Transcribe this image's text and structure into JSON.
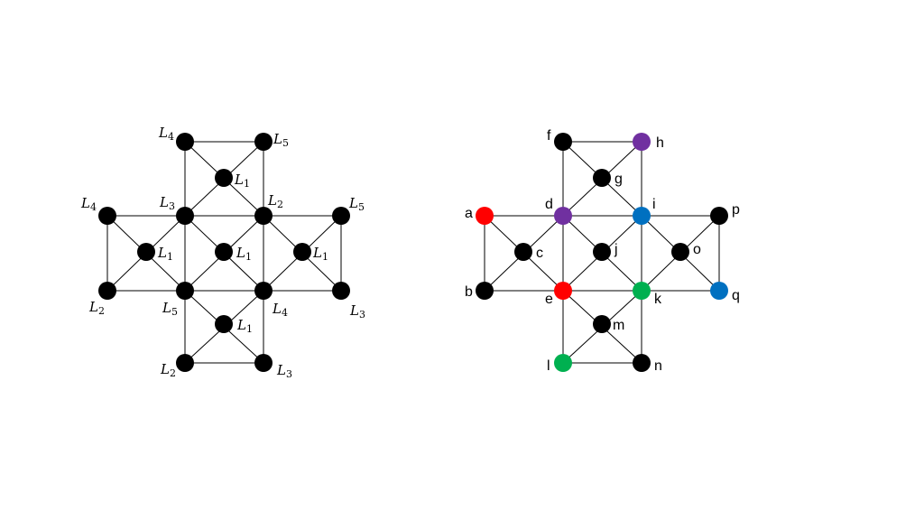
{
  "palette": {
    "black": "#000000",
    "red": "#ff0000",
    "purple": "#7030a0",
    "blue": "#0070c0",
    "green": "#00b050"
  },
  "left_graph": {
    "labels": [
      {
        "base": "L",
        "sub": "4"
      },
      {
        "base": "L",
        "sub": "5"
      },
      {
        "base": "L",
        "sub": "1"
      },
      {
        "base": "L",
        "sub": "4"
      },
      {
        "base": "L",
        "sub": "3"
      },
      {
        "base": "L",
        "sub": "2"
      },
      {
        "base": "L",
        "sub": "5"
      },
      {
        "base": "L",
        "sub": "1"
      },
      {
        "base": "L",
        "sub": "1"
      },
      {
        "base": "L",
        "sub": "1"
      },
      {
        "base": "L",
        "sub": "2"
      },
      {
        "base": "L",
        "sub": "5"
      },
      {
        "base": "L",
        "sub": "4"
      },
      {
        "base": "L",
        "sub": "3"
      },
      {
        "base": "L",
        "sub": "1"
      },
      {
        "base": "L",
        "sub": "2"
      },
      {
        "base": "L",
        "sub": "3"
      }
    ]
  },
  "right_graph": {
    "nodes": [
      {
        "label": "a",
        "color": "red"
      },
      {
        "label": "b",
        "color": "black"
      },
      {
        "label": "c",
        "color": "black"
      },
      {
        "label": "d",
        "color": "purple"
      },
      {
        "label": "e",
        "color": "red"
      },
      {
        "label": "f",
        "color": "black"
      },
      {
        "label": "g",
        "color": "black"
      },
      {
        "label": "h",
        "color": "purple"
      },
      {
        "label": "i",
        "color": "blue"
      },
      {
        "label": "j",
        "color": "black"
      },
      {
        "label": "k",
        "color": "green"
      },
      {
        "label": "l",
        "color": "green"
      },
      {
        "label": "m",
        "color": "black"
      },
      {
        "label": "n",
        "color": "black"
      },
      {
        "label": "o",
        "color": "black"
      },
      {
        "label": "p",
        "color": "black"
      },
      {
        "label": "q",
        "color": "blue"
      }
    ]
  }
}
